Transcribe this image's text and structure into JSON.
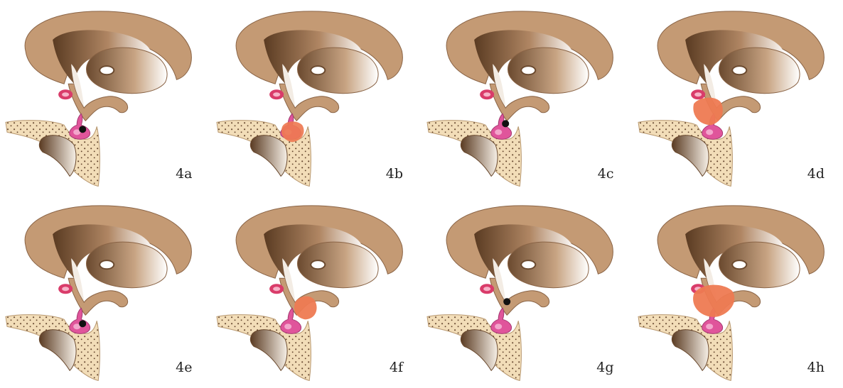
{
  "panels": [
    {
      "label": "4a",
      "variant": "dot-low"
    },
    {
      "label": "4b",
      "variant": "mass-sellar"
    },
    {
      "label": "4c",
      "variant": "dot-mid"
    },
    {
      "label": "4d",
      "variant": "mass-suprasellar"
    },
    {
      "label": "4e",
      "variant": "dot-low"
    },
    {
      "label": "4f",
      "variant": "mass-stalk"
    },
    {
      "label": "4g",
      "variant": "dot-high"
    },
    {
      "label": "4h",
      "variant": "mass-suprasellar-large"
    }
  ],
  "colors": {
    "brain": "#c49a74",
    "brain_outline": "#8a6446",
    "ventricle_dark": "#6b4a2f",
    "bone": "#f2ddb8",
    "bone_dot": "#5b3b24",
    "pituitary": "#e0559b",
    "pituitary_light": "#f3a6cc",
    "vessel": "#d93c6a",
    "lesion": "#ee7a52",
    "dot": "#111111"
  }
}
